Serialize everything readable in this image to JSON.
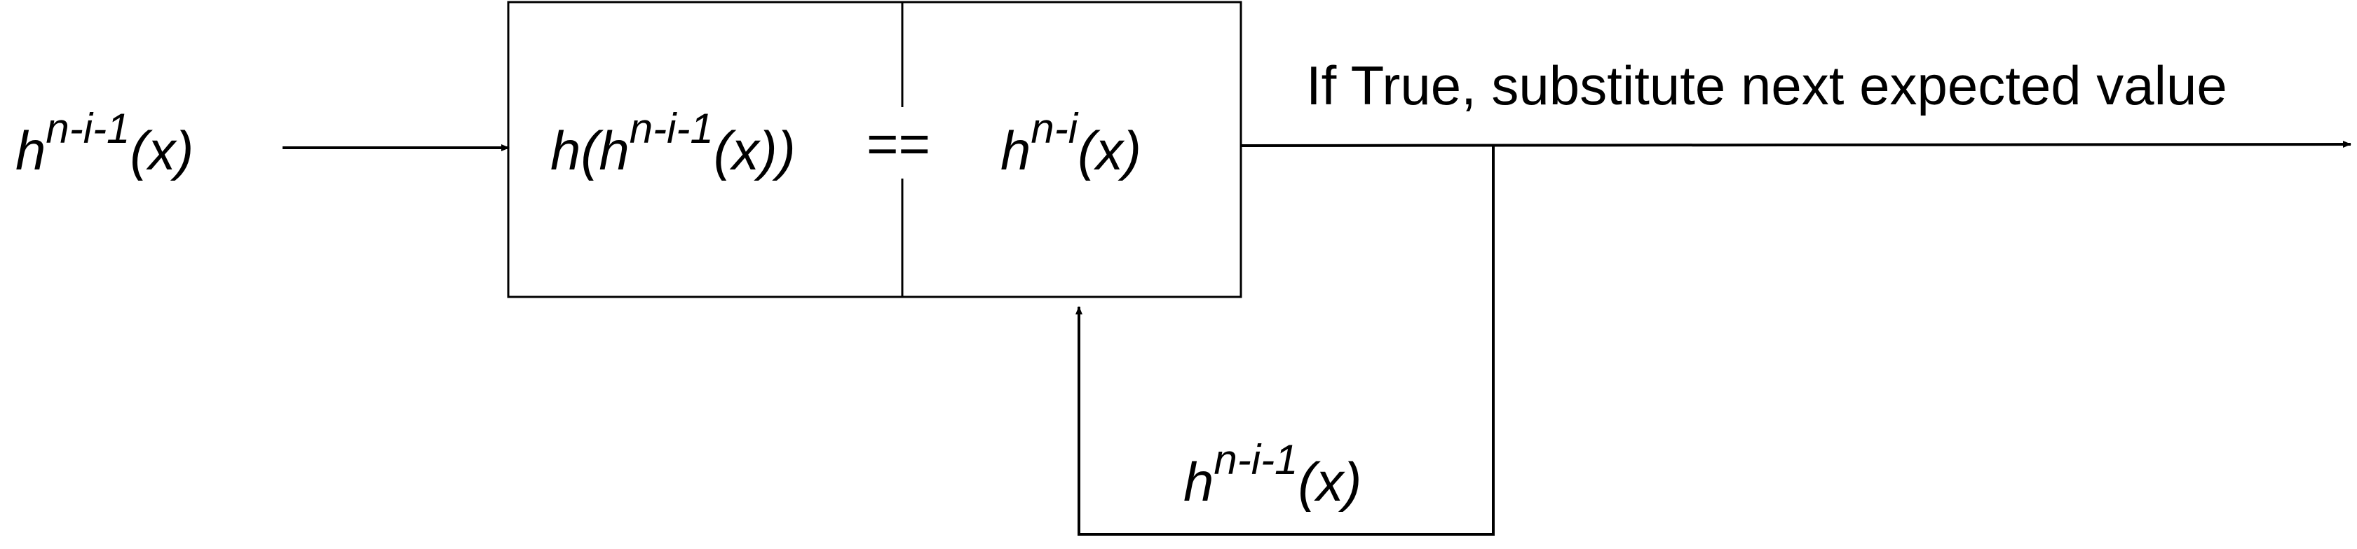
{
  "diagram": {
    "input_label": {
      "base": "h",
      "sup": "n-i-1",
      "arg": "(x)"
    },
    "comparison_left": {
      "prefix": "h(h",
      "sup": "n-i-1",
      "arg": "(x))"
    },
    "operator": "==",
    "comparison_right": {
      "base": "h",
      "sup": "n-i",
      "arg": "(x)"
    },
    "output_label": "If True, substitute next expected value",
    "feedback_label": {
      "base": "h",
      "sup": "n-i-1",
      "arg": "(x)"
    },
    "colors": {
      "line": "#000000",
      "text": "#000000",
      "background": "#ffffff"
    }
  }
}
